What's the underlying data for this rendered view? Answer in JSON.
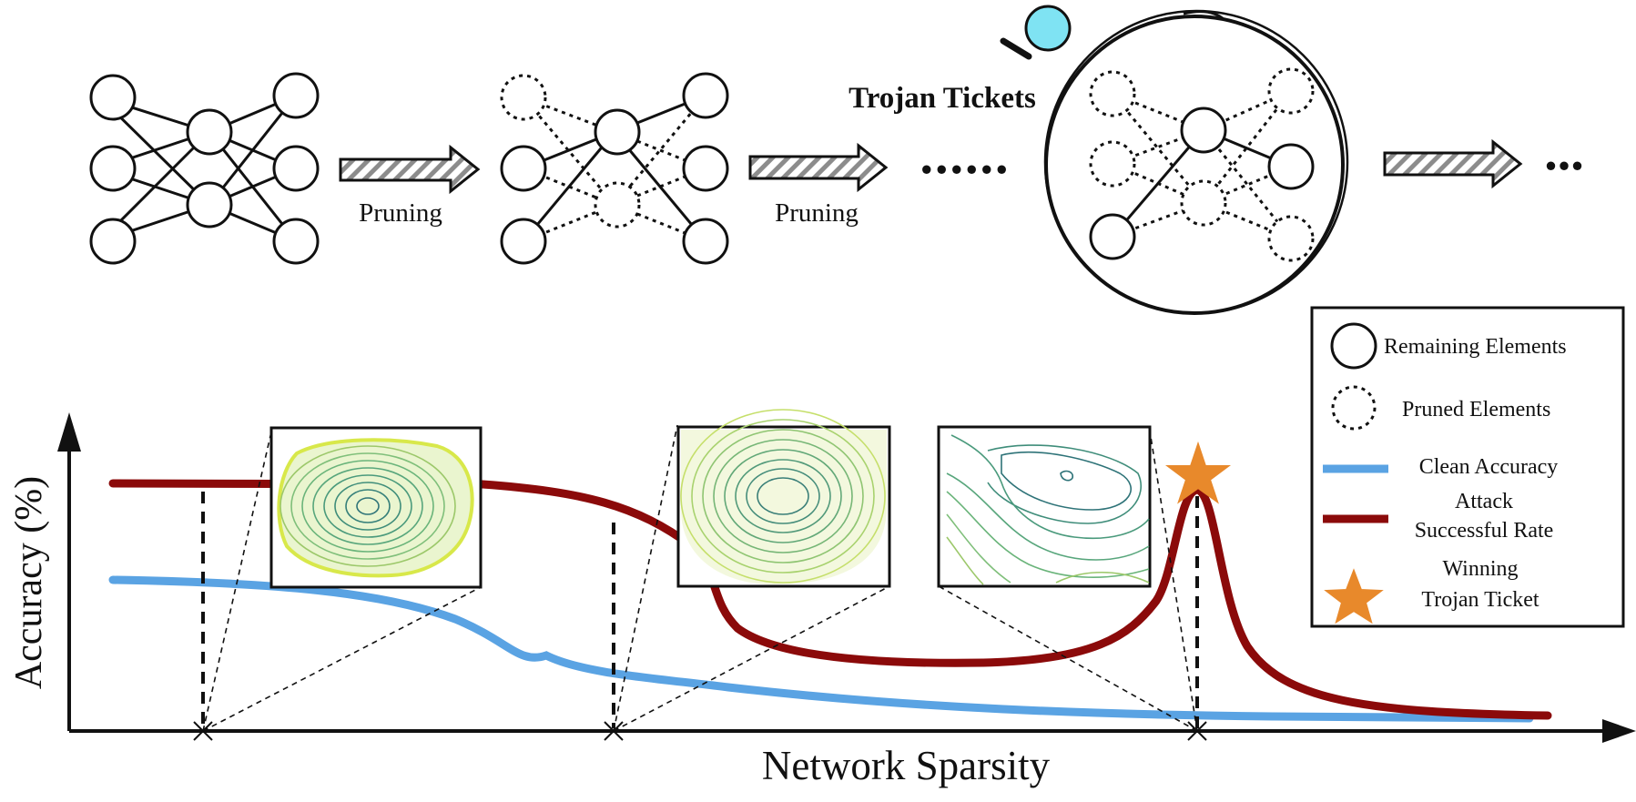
{
  "labels": {
    "pruning_1": "Pruning",
    "pruning_2": "Pruning",
    "trojan_tickets": "Trojan Tickets",
    "ellipsis_mid": "......",
    "ellipsis_end": "..."
  },
  "legend": {
    "remaining": "Remaining Elements",
    "pruned": "Pruned Elements",
    "clean_accuracy": "Clean Accuracy",
    "attack_line1": "Attack",
    "attack_line2": "Successful Rate",
    "winning_line1": "Winning",
    "winning_line2": "Trojan Ticket"
  },
  "axes": {
    "ylabel": "Accuracy (%)",
    "xlabel": "Network Sparsity"
  },
  "colors": {
    "clean_accuracy": "#5aa3e3",
    "attack_rate": "#8b0a0a",
    "star": "#e8892b",
    "magnifier": "#7fe3f3"
  },
  "icons": [
    "magnifier-icon",
    "star-icon",
    "arrow-icon"
  ]
}
